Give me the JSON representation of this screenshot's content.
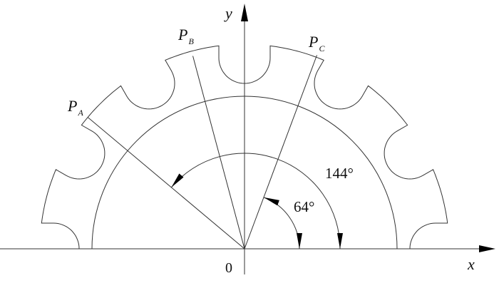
{
  "axes": {
    "x_label": "x",
    "y_label": "y",
    "origin_label": "0"
  },
  "points": {
    "A": {
      "main": "P",
      "sub": "A"
    },
    "B": {
      "main": "P",
      "sub": "B"
    },
    "C": {
      "main": "P",
      "sub": "C"
    }
  },
  "angles": {
    "large": "144°",
    "small": "64°"
  },
  "colors": {
    "line": "#333333",
    "background": "#ffffff"
  }
}
